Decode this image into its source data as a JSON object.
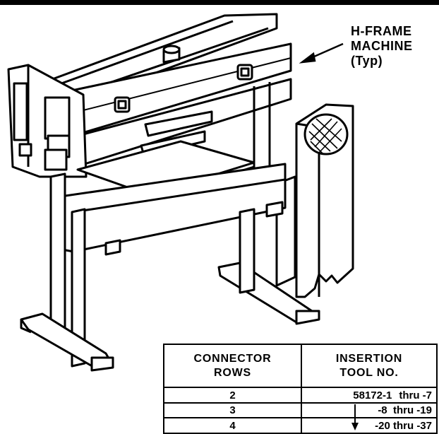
{
  "callout": {
    "line1": "H-FRAME",
    "line2": "MACHINE",
    "line3": "(Typ)"
  },
  "table": {
    "headers": {
      "rows_line1": "CONNECTOR",
      "rows_line2": "ROWS",
      "tool_line1": "INSERTION",
      "tool_line2": "TOOL NO."
    },
    "rows": [
      {
        "rows": "2",
        "tool_prefix": "58172-1",
        "tool_range": "thru -7"
      },
      {
        "rows": "3",
        "tool_prefix": "",
        "tool_range": "-8  thru -19"
      },
      {
        "rows": "4",
        "tool_prefix": "",
        "tool_range": "-20 thru -37"
      }
    ]
  }
}
